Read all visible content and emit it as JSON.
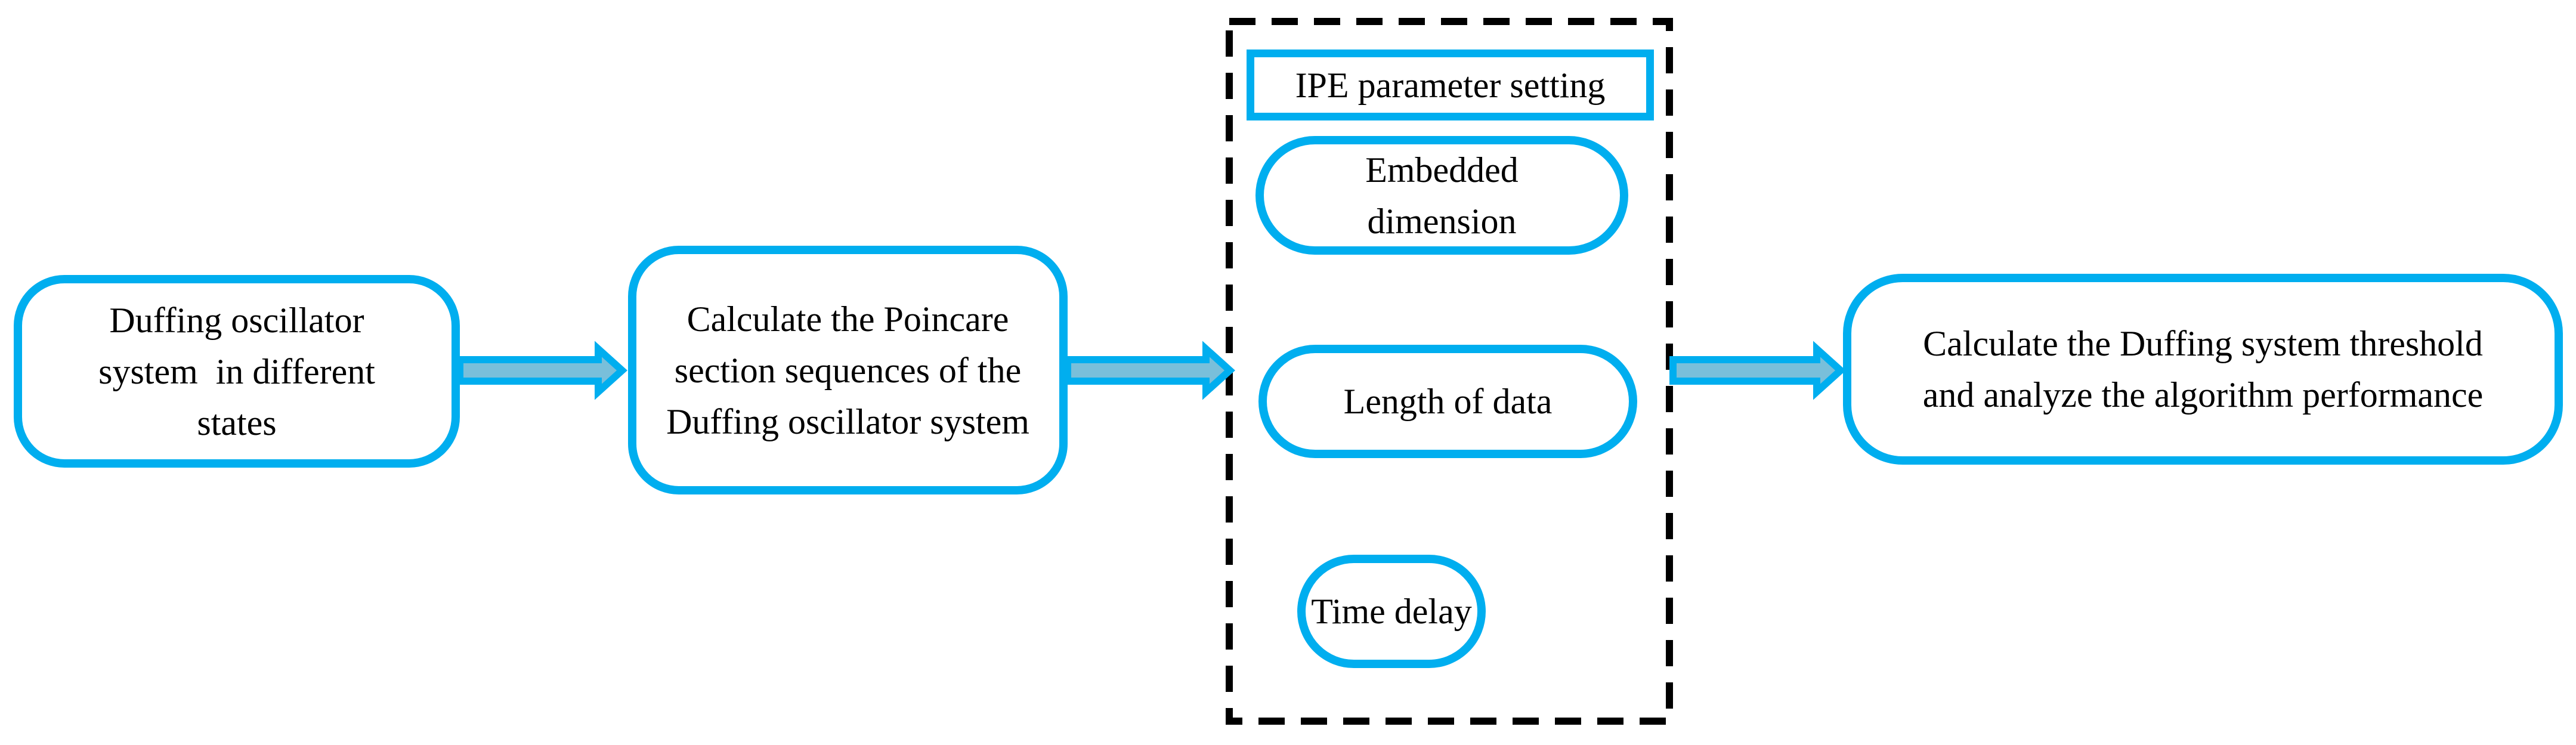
{
  "figure": {
    "nodes": {
      "duffing_states": {
        "text": "Duffing oscillator\nsystem  in different\nstates"
      },
      "poincare_sequences": {
        "text": "Calculate the Poincare\nsection sequences of the\nDuffing oscillator system"
      },
      "threshold_analysis": {
        "text": "Calculate the Duffing system threshold\nand analyze the algorithm performance"
      }
    },
    "ipe_group": {
      "title": "IPE parameter setting",
      "parameters": [
        {
          "label": "Embedded\ndimension"
        },
        {
          "label": "Length of data"
        },
        {
          "label": "Time delay"
        }
      ]
    },
    "colors": {
      "accent": "#00AEEF",
      "arrow_fill": "#79BFDA",
      "dash": "#000000"
    }
  }
}
